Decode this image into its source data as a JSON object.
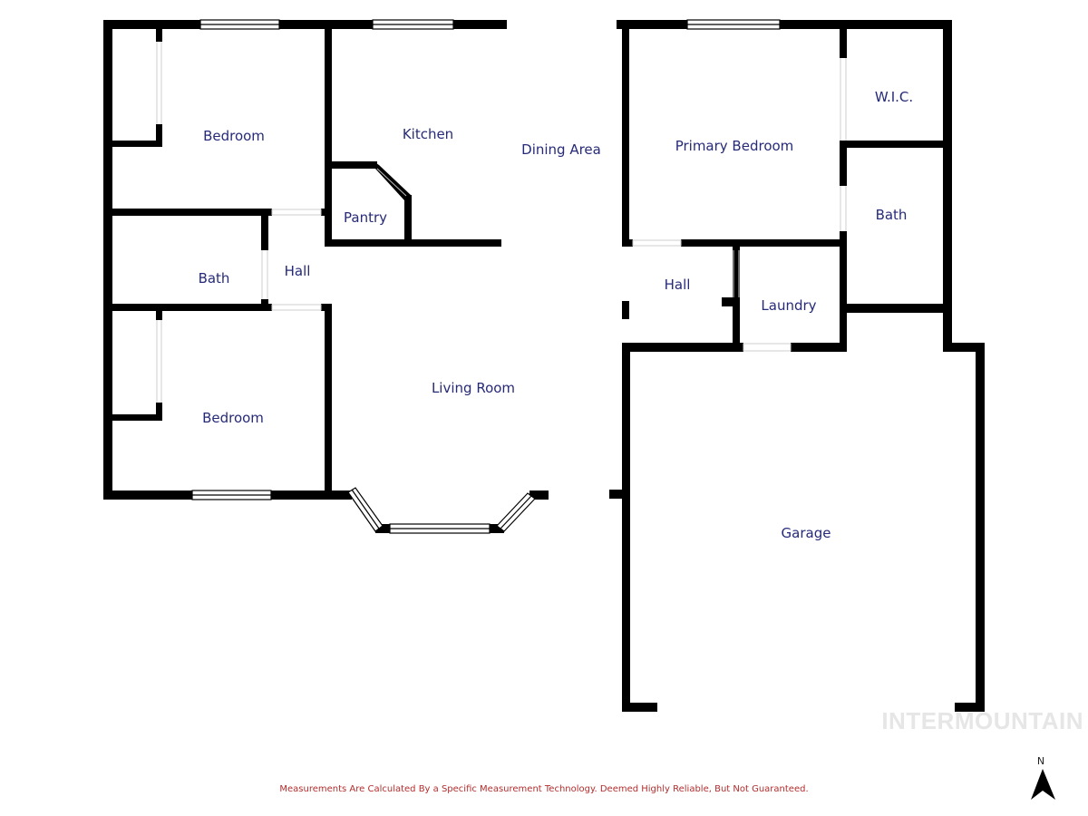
{
  "rooms": {
    "bedroom_top": "Bedroom",
    "kitchen": "Kitchen",
    "dining_area": "Dining Area",
    "pantry": "Pantry",
    "bath_left": "Bath",
    "hall_left": "Hall",
    "living_room": "Living Room",
    "bedroom_bottom": "Bedroom",
    "primary_bedroom": "Primary Bedroom",
    "wic": "W.I.C.",
    "bath_right": "Bath",
    "hall_right": "Hall",
    "laundry": "Laundry",
    "garage": "Garage"
  },
  "watermark": "INTERMOUNTAIN",
  "disclaimer": "Measurements Are Calculated By a Specific Measurement Technology. Deemed Highly Reliable, But Not Guaranteed.",
  "compass": {
    "label": "N",
    "icon": "north-arrow-icon"
  },
  "colors": {
    "wall": "#000000",
    "label": "#262a78",
    "disclaimer": "#b32d2d",
    "watermark": "#e6e6e6"
  }
}
